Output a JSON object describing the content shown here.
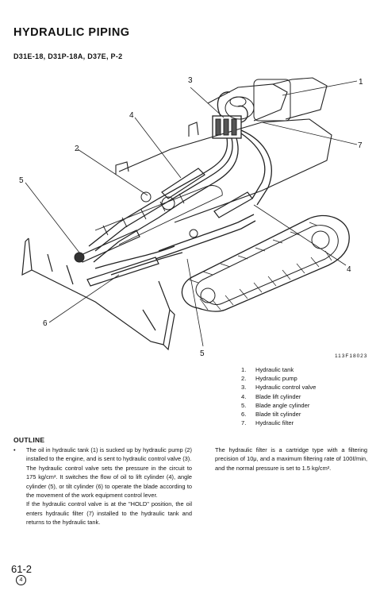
{
  "header": {
    "title": "HYDRAULIC PIPING",
    "models": "D31E-18, D31P-18A, D37E, P-2"
  },
  "figure": {
    "code": "113F18023",
    "callouts": [
      "1",
      "2",
      "3",
      "4",
      "4",
      "5",
      "5",
      "6",
      "7"
    ]
  },
  "legend": [
    {
      "num": "1.",
      "label": "Hydraulic tank"
    },
    {
      "num": "2.",
      "label": "Hydraulic pump"
    },
    {
      "num": "3.",
      "label": "Hydraulic control valve"
    },
    {
      "num": "4.",
      "label": "Blade lift cylinder"
    },
    {
      "num": "5.",
      "label": "Blade angle cylinder"
    },
    {
      "num": "6.",
      "label": "Blade tilt cylinder"
    },
    {
      "num": "7.",
      "label": "Hydraulic filter"
    }
  ],
  "outline": {
    "heading": "OUTLINE",
    "bullet": "•",
    "paragraphs": [
      "The oil in hydraulic tank (1) is sucked up by hydraulic pump (2) installed to the engine, and is sent to hydraulic control valve (3).",
      "The hydraulic control valve sets the pressure in the circuit to 175 kg/cm². It switches the flow of oil to lift cylinder (4), angle cylinder (5), or tilt cylinder (6) to operate the blade according to the movement of the work equipment control lever.",
      "If the hydraulic control valve is at the \"HOLD\" position, the oil enters hydraulic filter (7) installed to the hydraulic tank and returns to the hydraulic tank."
    ],
    "filter_note": "The hydraulic filter is a cartridge type with a filtering precision of 10μ, and a maximum filtering rate of 100ℓ/min, and the normal pressure is set to 1.5 kg/cm²."
  },
  "footer": {
    "page": "61-2",
    "revision": "4"
  }
}
